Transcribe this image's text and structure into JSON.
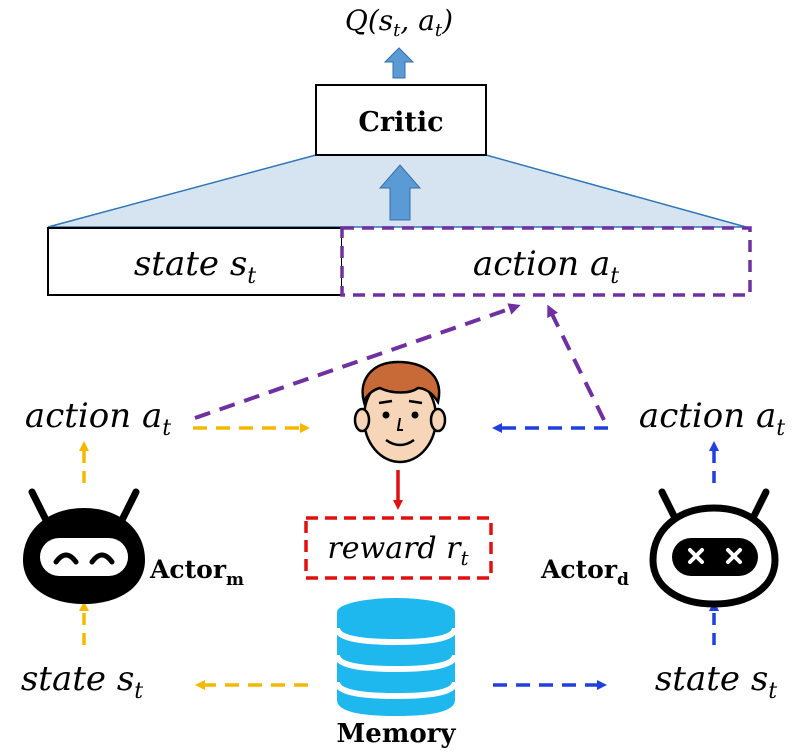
{
  "critic": {
    "output_label": "Q(s_t, a_t)",
    "label": "Critic"
  },
  "input_bar": {
    "state_label": "state s_t",
    "action_label": "action a_t"
  },
  "actor_m": {
    "name": "Actor",
    "subscript": "m",
    "action_label": "action a_t",
    "state_label": "state s_t",
    "icon": "robot-happy-icon"
  },
  "actor_d": {
    "name": "Actor",
    "subscript": "d",
    "action_label": "action a_t",
    "state_label": "state s_t",
    "icon": "robot-dead-icon"
  },
  "human": {
    "icon": "human-face-icon"
  },
  "reward": {
    "label": "reward r_t"
  },
  "memory": {
    "label": "Memory",
    "icon": "database-icon"
  },
  "colors": {
    "blue_arrow": "#5b9bd5",
    "trapezoid_fill": "#d6e4f2",
    "purple": "#7030a0",
    "yellow": "#f5b800",
    "blue_dashed": "#1f3fe0",
    "red": "#e01010",
    "database": "#1fb8ee"
  }
}
